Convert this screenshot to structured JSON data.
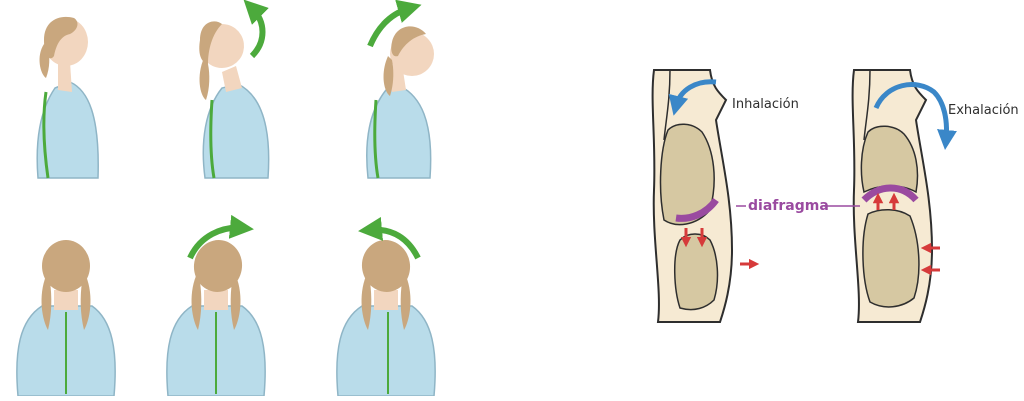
{
  "exercise_panel": {
    "rows": [
      {
        "view": "side",
        "figures": [
          "neutral",
          "tilt-back",
          "tilt-forward"
        ]
      },
      {
        "view": "back",
        "figures": [
          "neutral",
          "turn-right",
          "turn-left"
        ]
      }
    ],
    "arrow_color": "#4caa3c",
    "spine_line_color": "#4caa3c",
    "shirt_color": "#b9dcea",
    "hair_color": "#c9a77e",
    "skin_color": "#f2d6bf"
  },
  "breathing_diagram": {
    "labels": {
      "inhale": "Inhalación",
      "exhale": "Exhalación",
      "diaphragm": "diafragma"
    },
    "airflow_arrow_color": "#3a87c8",
    "diaphragm_color": "#9a4aa0",
    "movement_arrow_color": "#d63a3a",
    "organ_fill_color": "#d6c8a2",
    "body_fill_color": "#f6ead3"
  }
}
